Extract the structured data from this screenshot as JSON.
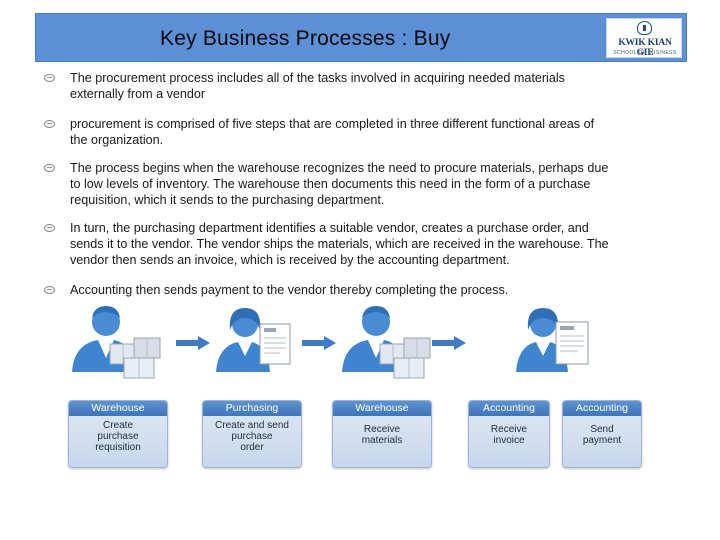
{
  "header": {
    "title": "Key Business Processes : Buy",
    "logo": {
      "name": "KWIK KIAN GIE",
      "subtitle": "SCHOOL OF BUSINESS"
    }
  },
  "bullets": [
    {
      "lines": [
        "The procurement process includes all of the tasks involved in acquiring needed materials",
        "externally from a vendor"
      ]
    },
    {
      "lines": [
        " procurement is comprised of five steps that are completed in three different functional areas of",
        "the organization."
      ]
    },
    {
      "lines": [
        "The process begins when the warehouse recognizes the need to procure materials, perhaps due",
        "to low levels of inventory. The warehouse then documents this need in the form of a purchase",
        "requisition, which it sends to the purchasing department."
      ]
    },
    {
      "lines": [
        "In turn, the purchasing department identifies a suitable vendor, creates a purchase order, and",
        "sends it to the vendor. The vendor ships the materials, which are received in the warehouse. The",
        "vendor then sends an invoice, which is received by the accounting department."
      ]
    },
    {
      "lines": [
        "Accounting then sends payment to the vendor thereby completing the process."
      ]
    }
  ],
  "process_steps": [
    {
      "department": "Warehouse",
      "action": [
        "Create",
        "purchase",
        "requisition"
      ]
    },
    {
      "department": "Purchasing",
      "action": [
        "Create and send",
        "purchase",
        "order"
      ]
    },
    {
      "department": "Warehouse",
      "action": [
        "Receive",
        "materials"
      ]
    },
    {
      "department": "Accounting",
      "action": [
        "Receive",
        "invoice"
      ]
    },
    {
      "department": "Accounting",
      "action": [
        "Send",
        "payment"
      ]
    }
  ],
  "colors": {
    "title_bar": "#5b8fd6",
    "step_header": "#4a80c4",
    "arrow": "#3f7ac8",
    "person_blue": "#4a8cd3"
  }
}
